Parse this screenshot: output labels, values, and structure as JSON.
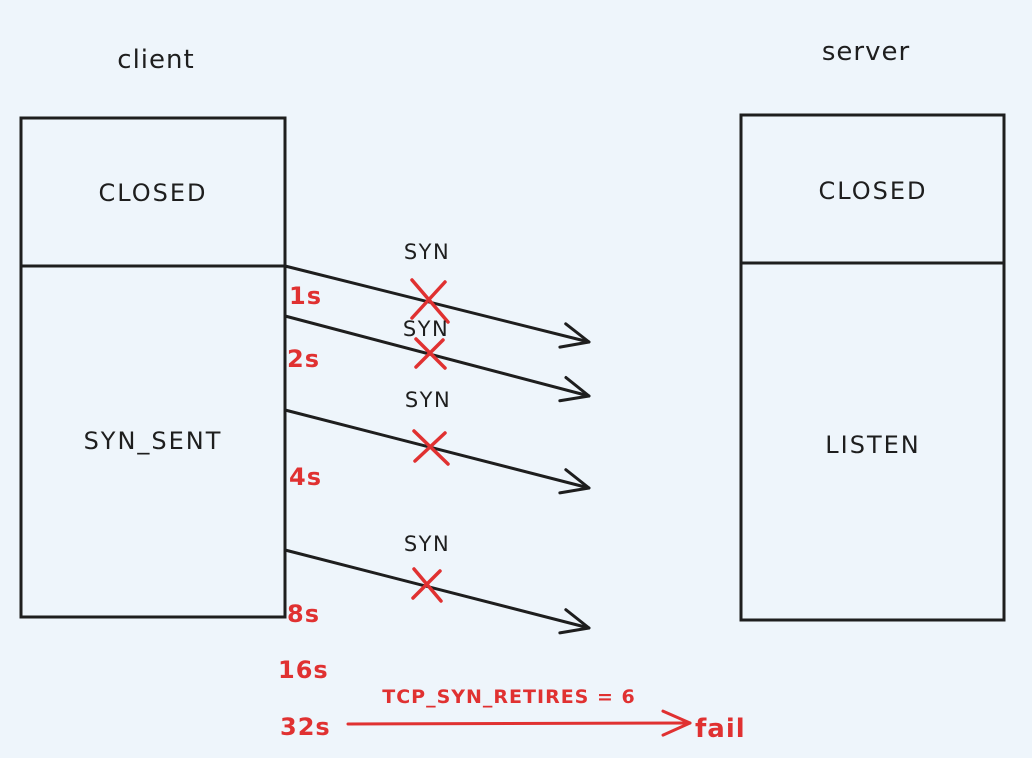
{
  "diagram": {
    "client": {
      "title": "client",
      "state_top": "CLOSED",
      "state_bottom": "SYN_SENT"
    },
    "server": {
      "title": "server",
      "state_top": "CLOSED",
      "state_bottom": "LISTEN"
    },
    "messages": [
      {
        "label": "SYN",
        "status": "dropped"
      },
      {
        "label": "SYN",
        "status": "dropped"
      },
      {
        "label": "SYN",
        "status": "dropped"
      },
      {
        "label": "SYN",
        "status": "dropped"
      }
    ],
    "retry_delays": [
      "1s",
      "2s",
      "4s",
      "8s",
      "16s",
      "32s"
    ],
    "failure": {
      "note": "TCP_SYN_RETIRES = 6",
      "result": "fail"
    },
    "colors": {
      "ink": "#1e1e1e",
      "red": "#e03131",
      "background": "#eef5fb"
    }
  }
}
